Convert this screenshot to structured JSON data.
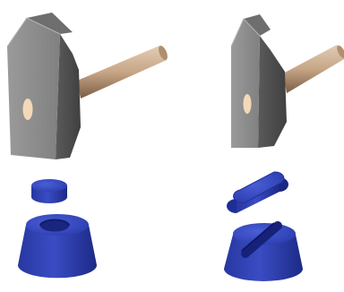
{
  "scene": {
    "background_color": "#ffffff",
    "hammer_head_color": "#8c8c8c",
    "hammer_eye_color": "#f3d9b8",
    "handle_color": "#c9a98a",
    "part_color": "#2e3fae"
  },
  "left_assembly": {
    "hammer": "hammer-icon",
    "punch": "round-punch",
    "die": "round-hole-die"
  },
  "right_assembly": {
    "hammer": "hammer-icon",
    "punch": "slot-punch",
    "die": "slot-hole-die"
  }
}
